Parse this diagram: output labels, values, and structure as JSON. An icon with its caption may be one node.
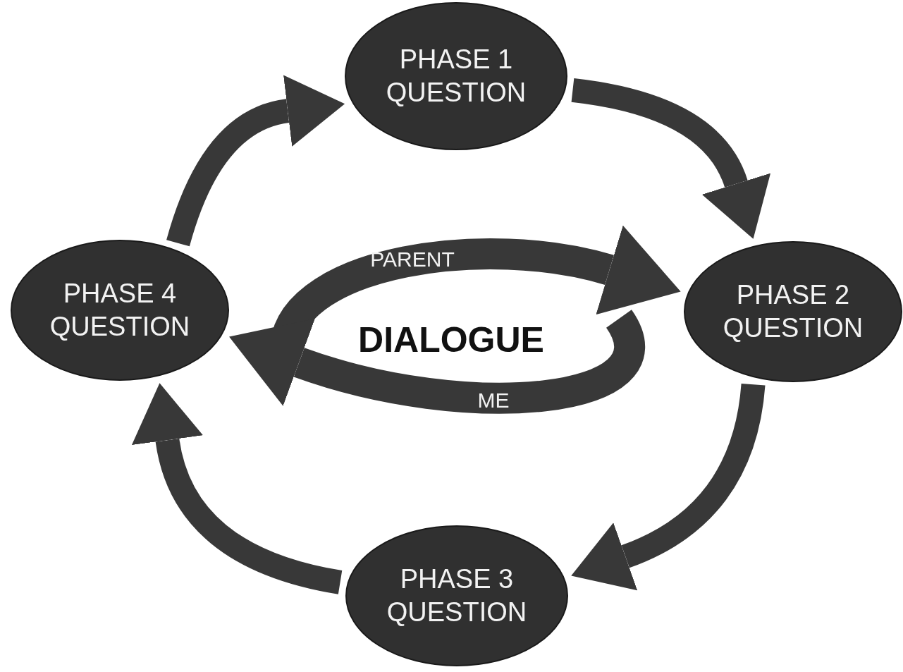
{
  "diagram": {
    "nodes": [
      {
        "text": [
          "PHASE 1 QUESTION"
        ]
      },
      {
        "text": [
          "PHASE 2 QUESTION"
        ]
      },
      {
        "text": [
          "PHASE 3 QUESTION"
        ]
      },
      {
        "text": [
          "PHASE 4 QUESTION"
        ]
      }
    ],
    "edges": [
      {
        "from": 3,
        "to": 0,
        "arrow": "to"
      },
      {
        "from": 0,
        "to": 1,
        "arrow": "to"
      },
      {
        "from": 1,
        "to": 2,
        "arrow": "to"
      },
      {
        "from": 2,
        "to": 3,
        "arrow": "to"
      },
      {
        "from": null,
        "to": 1,
        "label": "PARENT",
        "arrow": "to"
      },
      {
        "from": null,
        "to": 3,
        "label": "ME",
        "arrow": "to"
      }
    ],
    "labels": [
      "DIALOGUE"
    ]
  }
}
